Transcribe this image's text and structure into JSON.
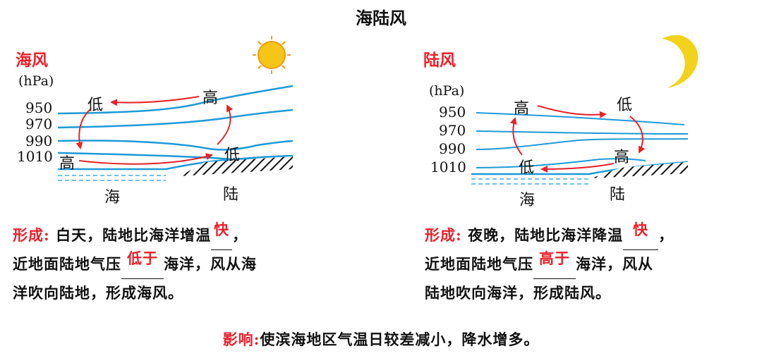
{
  "title": "海陆风",
  "sea_breeze": {
    "label": "海风",
    "unit": "(hPa)",
    "isobars": [
      "950",
      "970",
      "990",
      "1010"
    ],
    "high_upper": "高",
    "low_upper": "低",
    "high_surface": "高",
    "low_surface": "低",
    "sea": "海",
    "land": "陆",
    "icon": "sun-icon"
  },
  "land_breeze": {
    "label": "陆风",
    "unit": "(hPa)",
    "isobars": [
      "950",
      "970",
      "990",
      "1010"
    ],
    "high_upper": "高",
    "low_upper": "低",
    "high_surface": "高",
    "low_surface": "低",
    "sea": "海",
    "land": "陆",
    "icon": "crescent-moon-icon"
  },
  "left_text": {
    "heading": "形成:",
    "line1_a": "白天，陆地比海洋增温",
    "blank1": "快",
    "line1_b": "，",
    "line2_a": "近地面陆地气压",
    "blank2": "低于",
    "line2_b": "海洋，风从海",
    "line3": "洋吹向陆地，形成海风。"
  },
  "right_text": {
    "heading": "形成:",
    "line1_a": "夜晚，陆地比海洋降温",
    "blank1": "快",
    "line1_b": "，",
    "line2_a": "近地面陆地气压",
    "blank2": "高于",
    "line2_b": "海洋，风从",
    "line3": "陆地吹向海洋，形成陆风。"
  },
  "impact": {
    "heading": "影响:",
    "text": "使滨海地区气温日较差减小，降水增多。"
  },
  "colors": {
    "accent_red": "#e8212b",
    "isobar_blue": "#1e9ad6",
    "sun": "#f5c518",
    "moon": "#f2d21a"
  }
}
